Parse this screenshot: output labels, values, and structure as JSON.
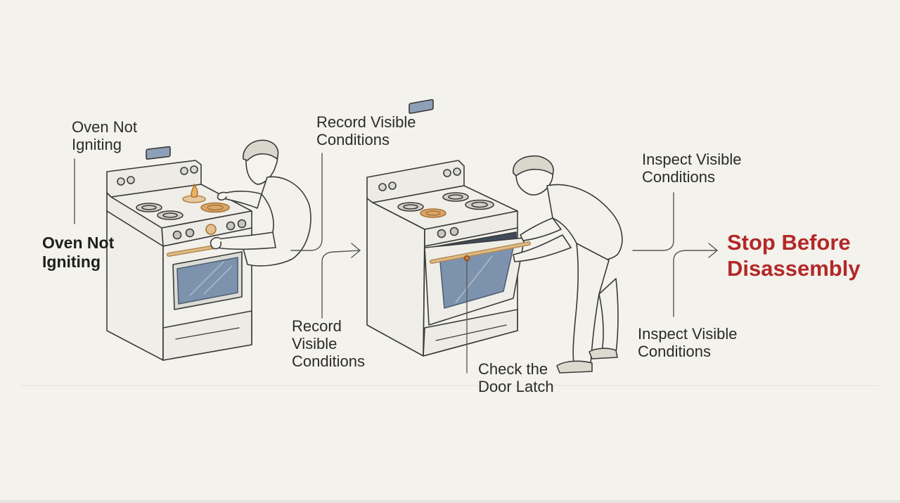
{
  "diagram": {
    "step1": {
      "top_label": [
        "Oven Not",
        "Igniting"
      ],
      "side_label": [
        "Oven Not",
        "Igniting"
      ]
    },
    "connector1": {
      "top_label": [
        "Record Visible",
        "Conditions"
      ],
      "bottom_label": [
        "Record",
        "Visible",
        "Conditions"
      ]
    },
    "step2": {
      "callout_label": [
        "Check the",
        "Door Latch"
      ]
    },
    "connector2": {
      "top_label": [
        "Inspect Visible",
        "Conditions"
      ],
      "bottom_label": [
        "Inspect Visible",
        "Conditions"
      ]
    },
    "outcome": {
      "label": [
        "Stop Before",
        "Disassembly"
      ]
    },
    "colors": {
      "background": "#f3f2ec",
      "ink": "#3a3a3a",
      "accent_copper": "#c99a5b",
      "window_blue": "#7d93ad",
      "outcome_red": "#b32828"
    }
  }
}
